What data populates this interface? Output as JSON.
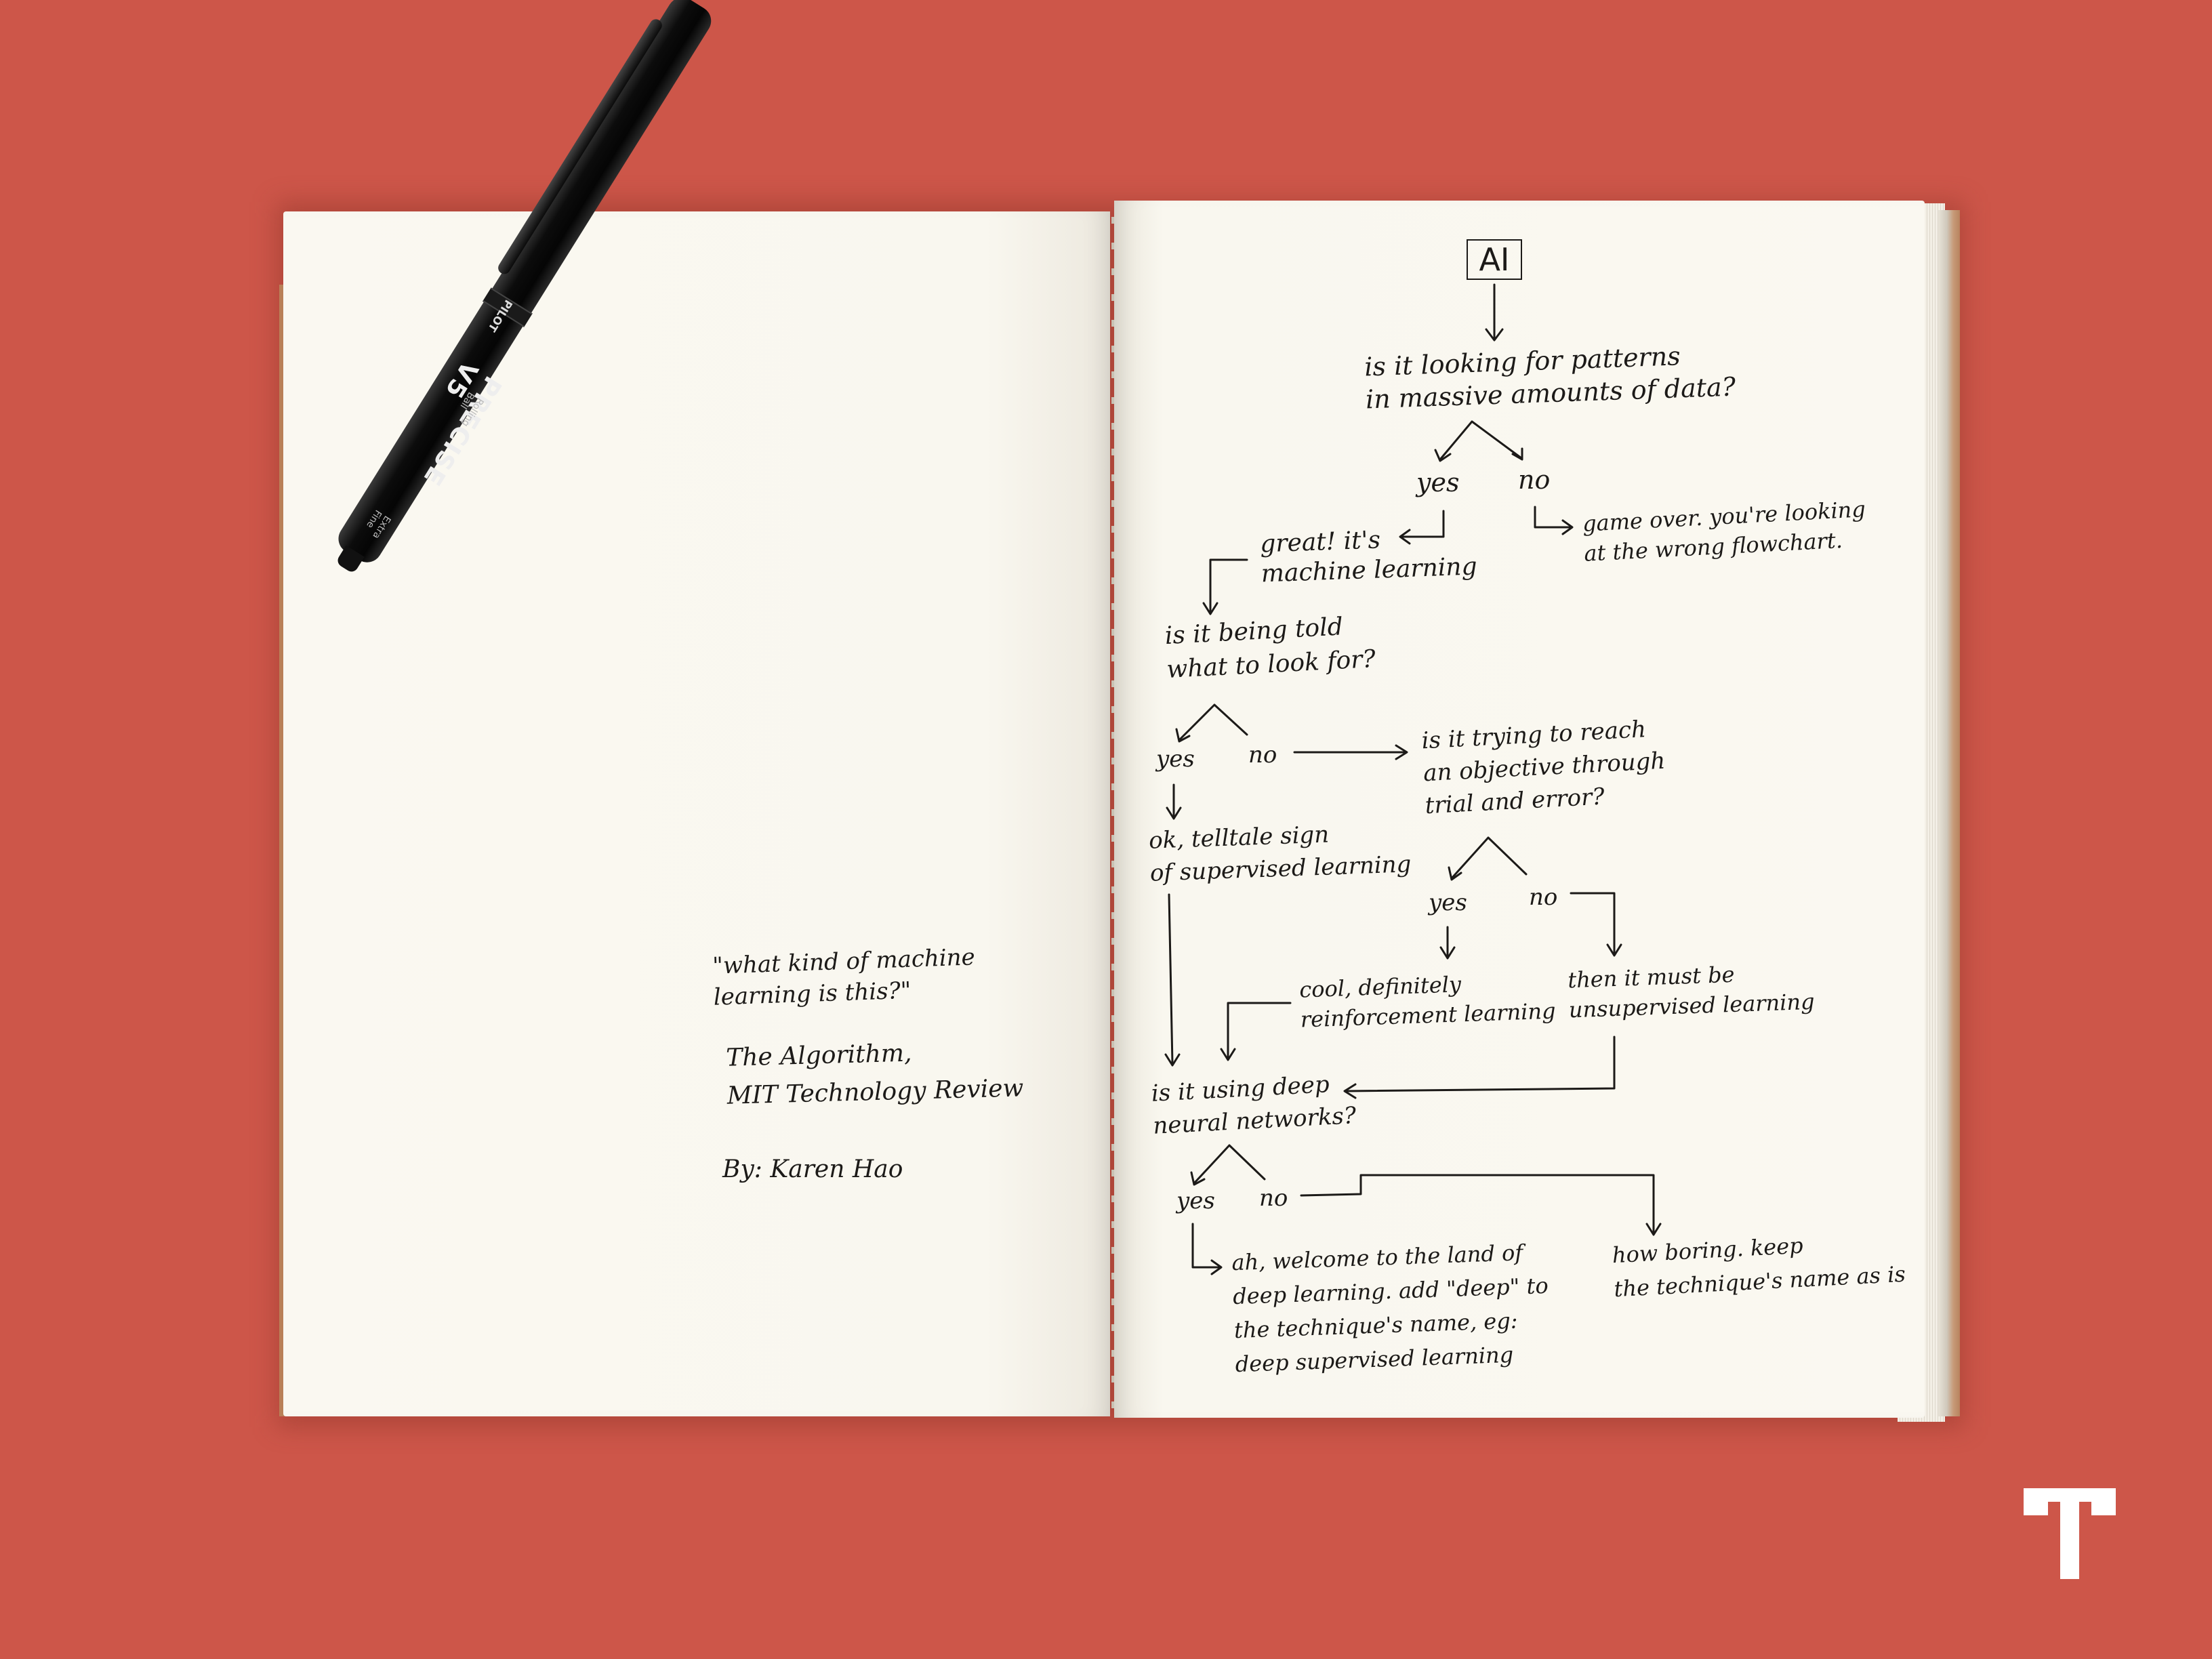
{
  "left_page": {
    "quote": "\"what kind of machine\nlearning is this?\"",
    "source": "The Algorithm,\nMIT Technology Review",
    "byline": "By: Karen Hao"
  },
  "pen": {
    "brand": "PILOT",
    "model": "PRECISE V5",
    "subtext": "Rolling Ball",
    "tip": "Extra Fine"
  },
  "flowchart": {
    "root": "AI",
    "q1": "is it looking for patterns\nin massive amounts of data?",
    "q1_yes": "yes",
    "q1_no": "no",
    "q1_no_result": "game over. you're looking\nat the wrong flowchart.",
    "q1_yes_result": "great! it's\nmachine learning",
    "q2": "is it being told\nwhat to look for?",
    "q2_yes": "yes",
    "q2_no": "no",
    "q2_yes_result": "ok, telltale sign\nof supervised learning",
    "q3": "is it trying to reach\nan objective through\ntrial and error?",
    "q3_yes": "yes",
    "q3_no": "no",
    "q3_yes_result": "cool, definitely\nreinforcement learning",
    "q3_no_result": "then it must be\nunsupervised learning",
    "q4": "is it using deep\nneural networks?",
    "q4_yes": "yes",
    "q4_no": "no",
    "q4_yes_result": "ah, welcome to the land of\ndeep learning. add \"deep\" to\nthe technique's name, eg:\ndeep supervised learning",
    "q4_no_result": "how boring. keep\nthe technique's name as is"
  },
  "colors": {
    "background": "#cd5649",
    "page": "#faf8f1",
    "ink": "#1c1a18",
    "logo": "#ffffff"
  },
  "logo": {
    "icon": "technology-review-t-logo"
  }
}
